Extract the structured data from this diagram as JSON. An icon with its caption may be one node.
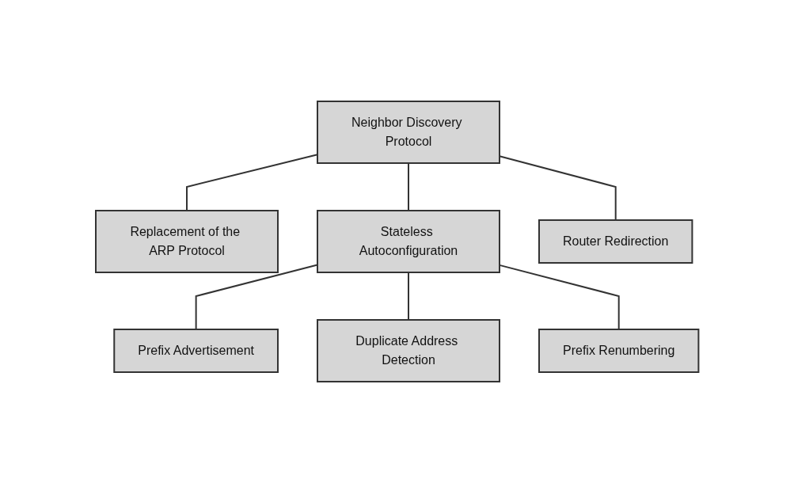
{
  "diagram": {
    "nodes": [
      {
        "text": [
          "Neighbor Discovery Protocol"
        ]
      },
      {
        "text": [
          "Replacement of the ARP Protocol"
        ]
      },
      {
        "text": [
          "Stateless Autoconfiguration"
        ]
      },
      {
        "text": [
          "Router Redirection"
        ]
      },
      {
        "text": [
          "Prefix Advertisement"
        ]
      },
      {
        "text": [
          "Duplicate Address Detection"
        ]
      },
      {
        "text": [
          "Prefix Renumbering"
        ]
      }
    ],
    "edges": [
      {
        "from": 0,
        "to": 1,
        "arrow": "none"
      },
      {
        "from": 0,
        "to": 2,
        "arrow": "none"
      },
      {
        "from": 0,
        "to": 3,
        "arrow": "none"
      },
      {
        "from": 2,
        "to": 4,
        "arrow": "none"
      },
      {
        "from": 2,
        "to": 5,
        "arrow": "none"
      },
      {
        "from": 2,
        "to": 6,
        "arrow": "none"
      }
    ]
  }
}
